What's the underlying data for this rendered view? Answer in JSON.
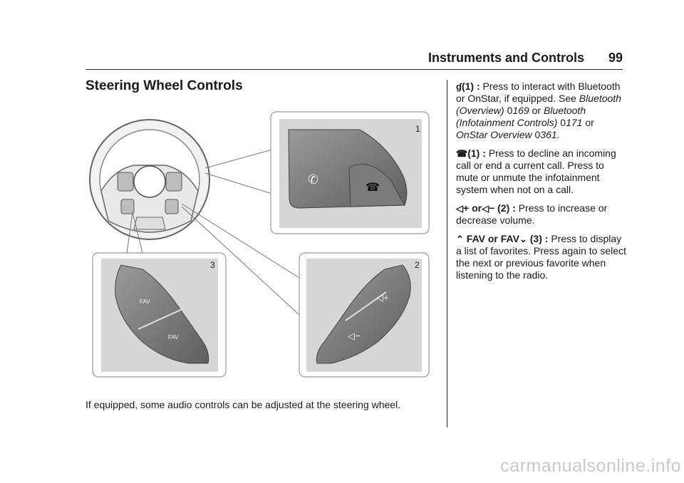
{
  "header": {
    "section": "Instruments and Controls",
    "page": "99"
  },
  "title": "Steering Wheel Controls",
  "figure": {
    "callouts": [
      "1",
      "2",
      "3"
    ],
    "fav_label": "FAV",
    "icons": [
      "voice-icon",
      "hang-up-icon",
      "volume-up-icon",
      "volume-down-icon",
      "fav-up-icon",
      "fav-down-icon"
    ]
  },
  "caption": "If equipped, some audio controls can be adjusted at the steering wheel.",
  "items": [
    {
      "head": "(1) :",
      "line1": "Press to interact with Bluetooth or OnStar, if equipped.",
      "see": "See",
      "ref1": "Bluetooth (Overview)",
      "arrow": "0",
      "p1": "169",
      "or1": "or",
      "ref2": "Bluetooth (Infotainment Controls)",
      "p2": "171",
      "or2": "or",
      "ref3": "OnStar Overview",
      "p3": "361",
      "period": "."
    },
    {
      "head": "(1) :",
      "body": "Press to decline an incoming call or end a current call. Press to mute or unmute the infotainment system when not on a call."
    },
    {
      "plus": "+ or",
      "minus": "− (2) :",
      "body": "Press to increase or decrease volume."
    },
    {
      "fav_or": "FAV or FAV",
      "num": "(3) :",
      "body": "Press to display a list of favorites. Press again to select the next or previous favorite when listening to the radio."
    }
  ],
  "watermark": "carmanualsonline.info"
}
